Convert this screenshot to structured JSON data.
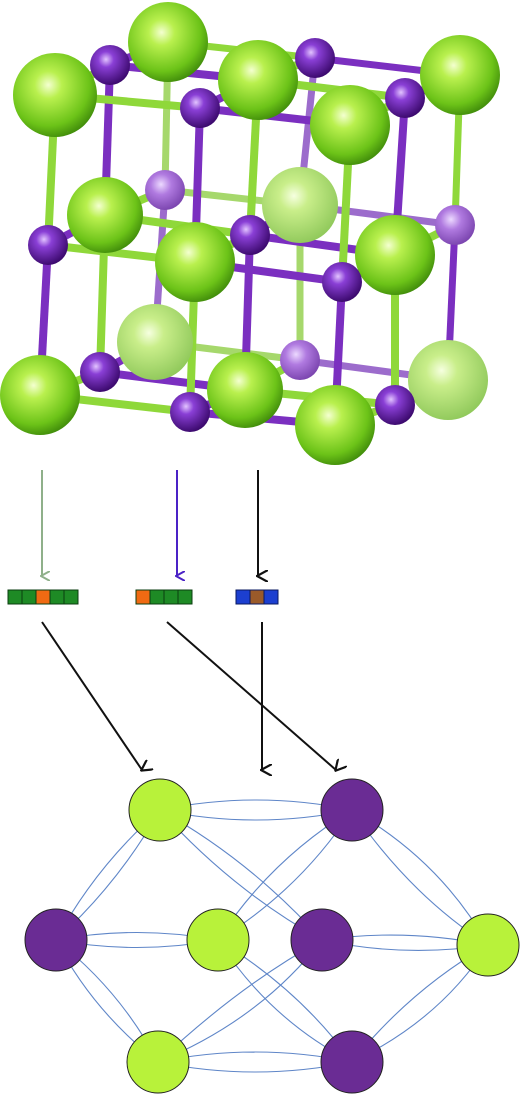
{
  "colors": {
    "green_atom": "#7ccb1e",
    "green_atom_highlight": "#e9ffb0",
    "purple_atom": "#6a1ea8",
    "purple_atom_highlight": "#d6a8ff",
    "bond_green": "#8fd83a",
    "bond_purple": "#7b2fc0",
    "graph_green_node": "#b8f23a",
    "graph_purple_node": "#6a2c94",
    "graph_edge": "#5f86c8",
    "arrow_green": "#8fb08a",
    "arrow_purple": "#4b22c6",
    "arrow_black": "#111111",
    "vector_green": "#1e8a25",
    "vector_orange": "#f06a13",
    "vector_blue": "#1c3fd0",
    "vector_brown": "#9a5a2a"
  },
  "crystal": {
    "description_icon": "rock-salt-crystal-structure",
    "atom_types": [
      "green-large-ion",
      "purple-small-ion"
    ]
  },
  "feature_vectors": [
    {
      "id": "green-site-vector",
      "cells": [
        "green",
        "green",
        "orange",
        "green",
        "green"
      ]
    },
    {
      "id": "purple-site-vector",
      "cells": [
        "orange",
        "green",
        "green",
        "green"
      ]
    },
    {
      "id": "bond-vector",
      "cells": [
        "blue",
        "brown",
        "blue"
      ]
    }
  ],
  "graph": {
    "nodes": [
      {
        "id": "g1",
        "type": "green"
      },
      {
        "id": "p1",
        "type": "purple"
      },
      {
        "id": "p2",
        "type": "purple"
      },
      {
        "id": "g2",
        "type": "green"
      },
      {
        "id": "p3",
        "type": "purple"
      },
      {
        "id": "g3",
        "type": "green"
      },
      {
        "id": "g4",
        "type": "green"
      },
      {
        "id": "p4",
        "type": "purple"
      }
    ]
  }
}
